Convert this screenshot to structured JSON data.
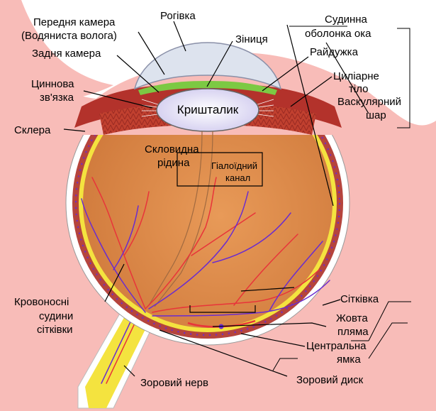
{
  "labels": {
    "anterior_chamber": "Передня камера",
    "aqueous_humour": "(Водяниста волога)",
    "cornea": "Рогівка",
    "pupil": "Зіниця",
    "posterior_chamber": "Задня камера",
    "iris": "Райдужка",
    "choroid_line1": "Судинна",
    "choroid_line2": "оболонка ока",
    "zonule_line1": "Циннова",
    "zonule_line2": "зв'язка",
    "ciliary_line1": "Циліарне",
    "ciliary_line2": "тіло",
    "lens": "Кришталик",
    "vascular_line1": "Васкулярний",
    "vascular_line2": "шар",
    "sclera": "Склера",
    "vitreous_line1": "Скловидна",
    "vitreous_line2": "рідина",
    "hyaloid_line1": "Гіалоїдний",
    "hyaloid_line2": "канал",
    "retinal_vessels_line1": "Кровоносні",
    "retinal_vessels_line2": "судини",
    "retinal_vessels_line3": "сітківки",
    "retina": "Сітківка",
    "macula_line1": "Жовта",
    "macula_line2": "пляма",
    "fovea_line1": "Центральна",
    "fovea_line2": "ямка",
    "optic_nerve": "Зоровий нерв",
    "optic_disc": "Зоровий диск"
  },
  "colors": {
    "background_pink": "#f8bcb8",
    "sclera": "#ffffff",
    "choroid": "#b5443d",
    "retina": "#f4e33f",
    "vitreous": "#de8a4a",
    "ciliary": "#b3322b",
    "iris": "#7cc943",
    "cornea": "#dde3ee",
    "lens": "#e6e3f5",
    "artery": "#e8343a",
    "vein": "#6a2ccf"
  }
}
